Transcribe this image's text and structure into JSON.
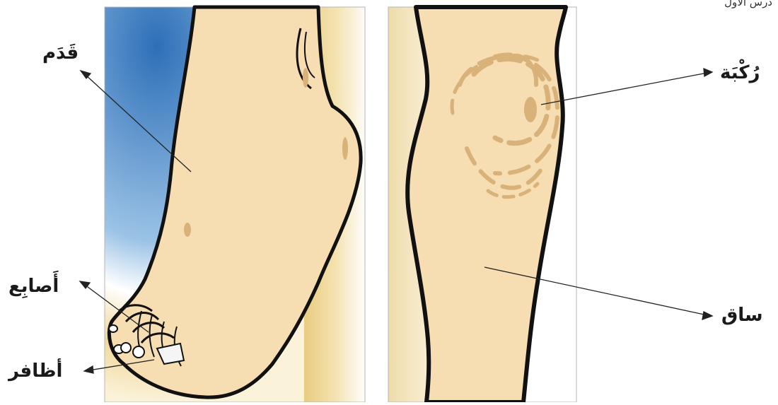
{
  "header": {
    "text": "درس الأول"
  },
  "labels": {
    "foot": "قَدَم",
    "toes": "أَصابِع",
    "nails": "أظافر",
    "knee": "رُكْبَة",
    "shin": "ساق"
  },
  "colors": {
    "skin": "#f7ddb2",
    "skin_shade": "#e3bf8d",
    "sky": "#3a82c4",
    "sand": "#e7c877",
    "outline": "#111111",
    "frame": "#999999"
  }
}
